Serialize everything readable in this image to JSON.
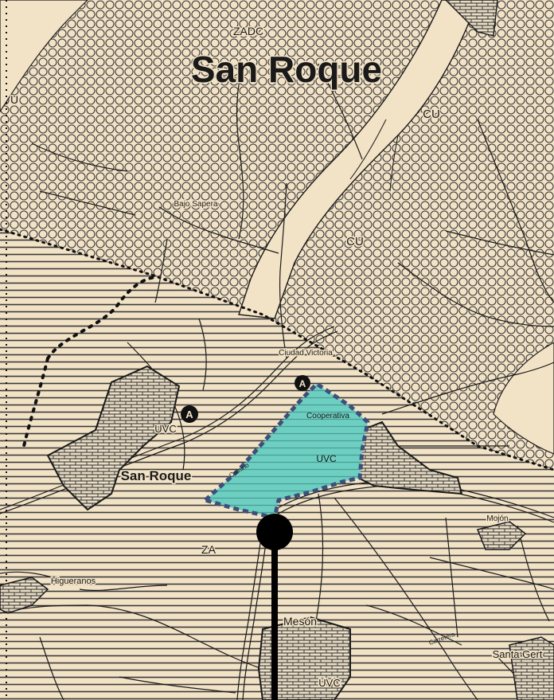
{
  "colors": {
    "background": "#f2e2c6",
    "ink": "#1a1a1a",
    "highlight_fill": "#6dcfc2",
    "highlight_border": "#3e4f7a"
  },
  "labels": {
    "region_title": "San Roque",
    "zone_top": "ZADC",
    "cu_upper": "CU",
    "cu_mid": "CU",
    "u_left": "U",
    "bajo_sapera": "Bajo Sapera",
    "ciudad_victoria": "Ciudad Victoria",
    "cooperativa": "Cooperativa",
    "uvc_highlight": "UVC",
    "uvc_town": "UVC",
    "uvc_bottom": "UVC",
    "town_label": "San Roque",
    "za": "ZA",
    "higueranos": "Higueranos",
    "mason": "Mesón",
    "mojon": "Mojón",
    "santa_gerte": "Santa Gert",
    "road_upper": "Camino",
    "road_lower": "Carretera",
    "marker_a": "A"
  },
  "icons": [
    "location-pin-icon",
    "map-marker-a-icon"
  ]
}
